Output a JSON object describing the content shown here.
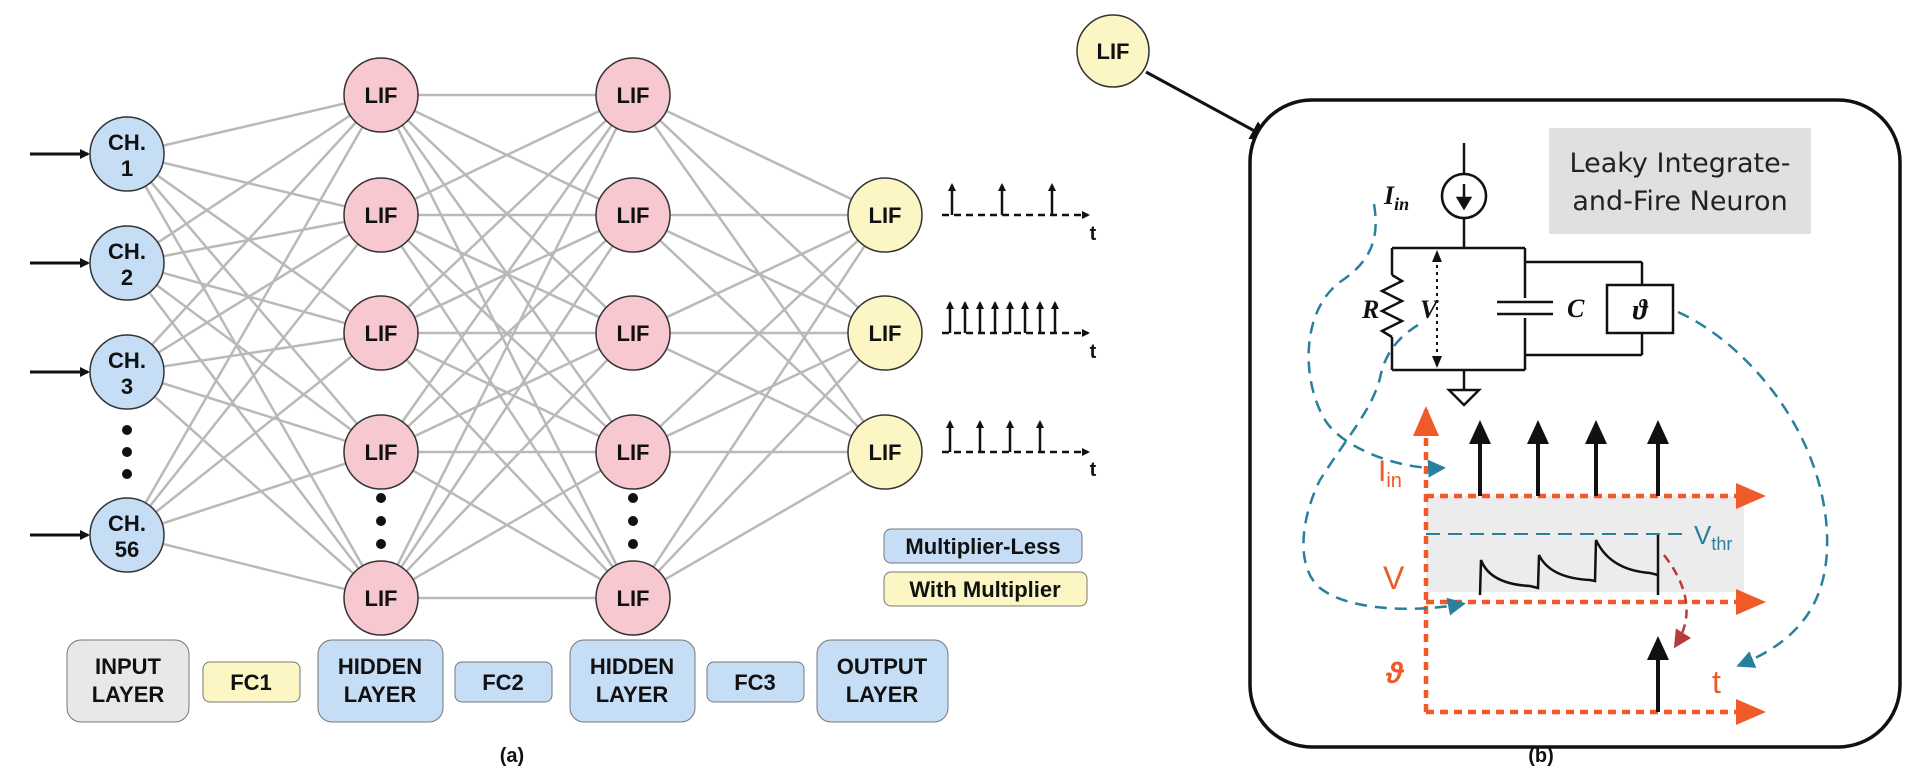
{
  "panel_a": {
    "inputs": [
      "CH. 1",
      "CH. 2",
      "CH. 3",
      "CH. 56"
    ],
    "neuron_label": "LIF",
    "output_axis_label": "t",
    "legend": {
      "multiplier_less": "Multiplier-Less",
      "with_multiplier": "With Multiplier"
    },
    "layer_boxes": [
      "INPUT LAYER",
      "FC1",
      "HIDDEN LAYER",
      "FC2",
      "HIDDEN LAYER",
      "FC3",
      "OUTPUT LAYER"
    ],
    "caption": "(a)"
  },
  "panel_b": {
    "lif_node": "LIF",
    "title": "Leaky Integrate-and-Fire Neuron",
    "current_label": "Iin",
    "resistor_label": "R",
    "voltage_label": "V",
    "capacitor_label": "C",
    "threshold_symbol": "ϑ",
    "plot_labels": {
      "current": "Iin",
      "voltage": "V",
      "threshold": "ϑ",
      "vthr": "Vthr",
      "time": "t"
    },
    "caption": "(b)"
  },
  "colors": {
    "hidden_neuron": "#f8c8d0",
    "output_neuron": "#fbf6c4",
    "input_channel": "#c6ddf6",
    "connection": "#b9b9b9",
    "accent_orange": "#f05a28",
    "accent_teal": "#2a7f9e",
    "reset_red": "#b43c3c"
  }
}
